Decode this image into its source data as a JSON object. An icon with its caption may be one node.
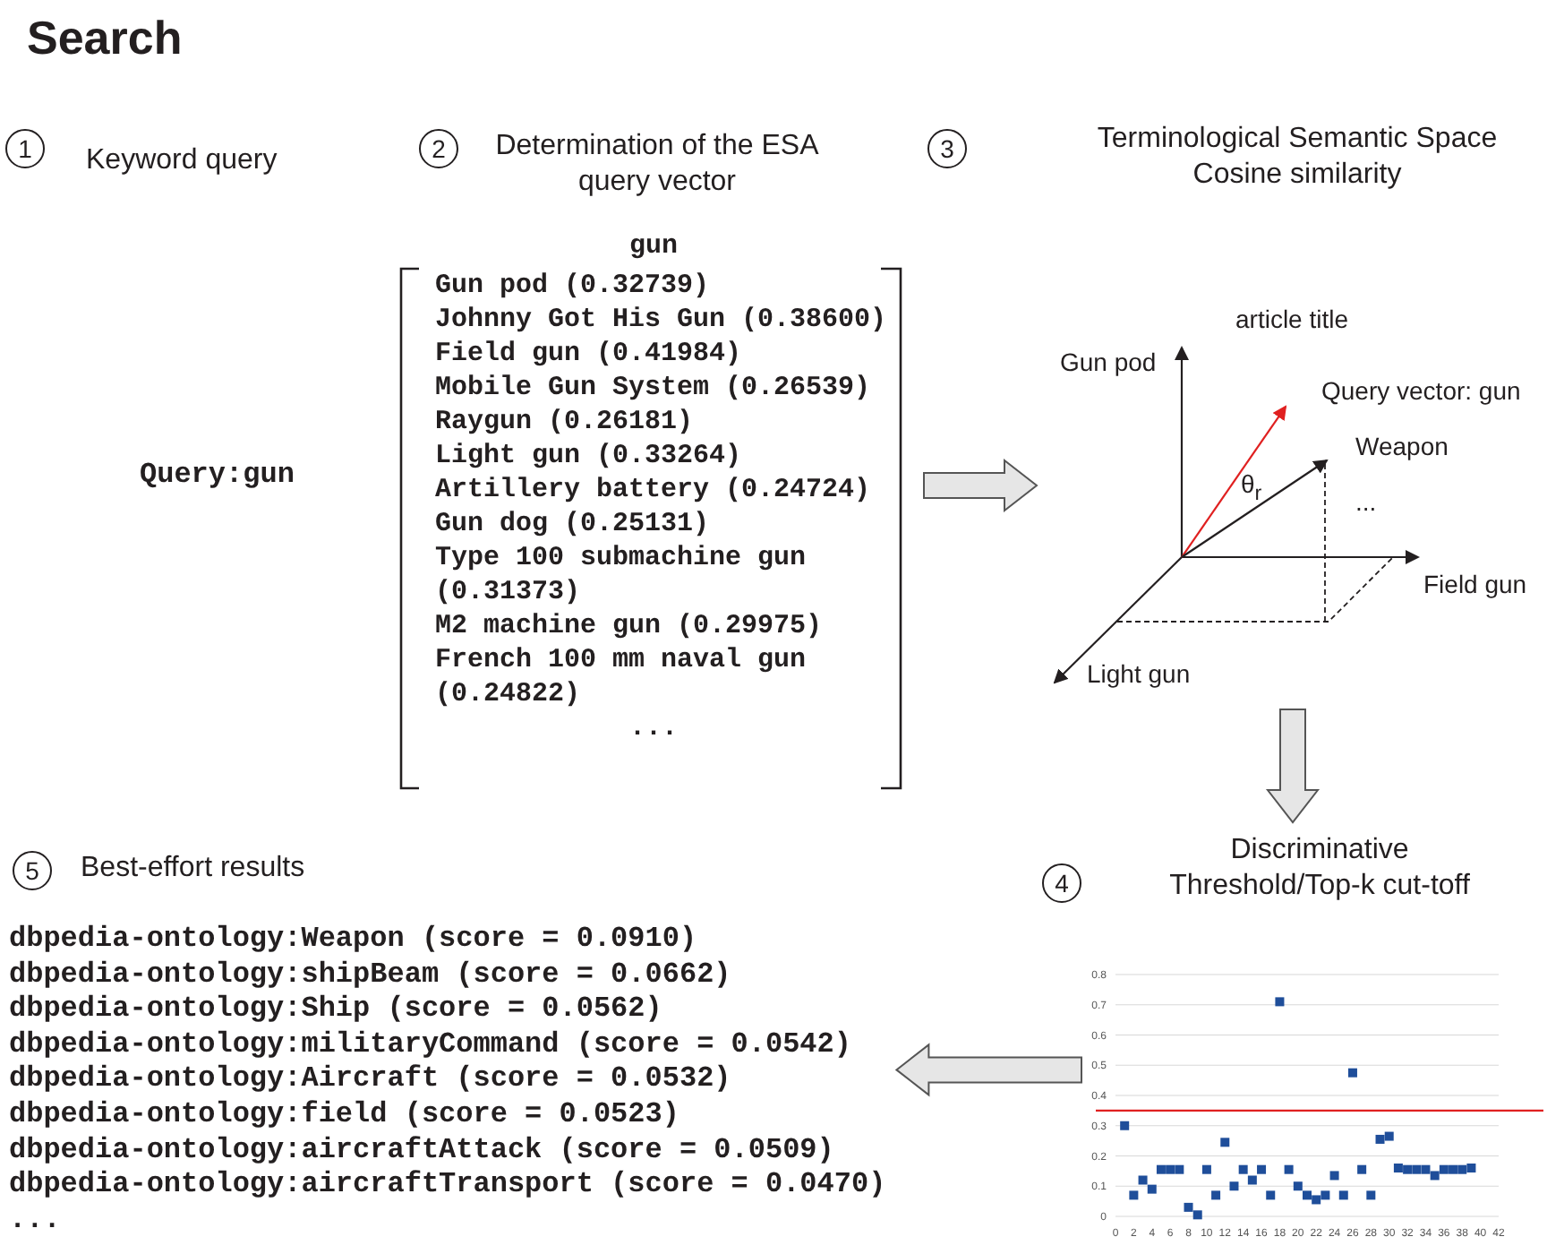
{
  "diagram": {
    "title": "Search",
    "nodes": [
      {
        "text": [
          "1"
        ],
        "beside": [
          "Keyword query"
        ]
      },
      {
        "text": [
          "2"
        ],
        "beside": [
          "Determination of the ESA query vector"
        ]
      },
      {
        "text": [
          "3"
        ]
      },
      {
        "text": [
          "4"
        ]
      },
      {
        "text": [
          "5"
        ],
        "beside": [
          "Best-effort results"
        ]
      },
      {
        "text": [
          "gun",
          "Gun pod (0.32739)",
          "Johnny Got His Gun (0.38600)",
          "Field gun (0.41984)",
          "Mobile Gun System (0.26539)",
          "Raygun (0.26181)",
          "Light gun (0.33264)",
          "Artillery battery (0.24724)",
          "Gun dog (0.25131)",
          "Type 100 submachine gun (0.31373)",
          "M2 machine gun (0.29975)",
          "French 100 mm naval gun (0.24822)",
          "..."
        ]
      },
      {
        "text": [
          "Terminological Semantic Space Cosine similarity"
        ]
      },
      {
        "text": [
          "Discriminative Threshold/Top-k cut-toff"
        ]
      },
      {
        "text": [
          "dbpedia-ontology:Weapon (score = 0.0910)",
          "dbpedia-ontology:shipBeam (score = 0.0662)",
          "dbpedia-ontology:Ship (score = 0.0562)",
          "dbpedia-ontology:militaryCommand (score = 0.0542)",
          "dbpedia-ontology:Aircraft (score = 0.0532)",
          "dbpedia-ontology:field (score = 0.0523)",
          "dbpedia-ontology:aircraftAttack (score = 0.0509)",
          "dbpedia-ontology:aircraftTransport (score = 0.0470)",
          "..."
        ]
      }
    ],
    "edges": [
      {
        "from": 5,
        "to": 6,
        "arrow": "to"
      },
      {
        "from": 6,
        "to": 7,
        "arrow": "to"
      },
      {
        "from": 7,
        "to": 8,
        "arrow": "to"
      }
    ],
    "labels": [
      "Query:gun",
      "article title",
      "Gun pod",
      "Query vector: gun",
      "Weapon",
      "θ$_{r}$",
      "...",
      "Field gun",
      "Light gun"
    ],
    "chart_data": {
      "type": "scatter",
      "x": [
        1,
        2,
        3,
        4,
        5,
        6,
        7,
        8,
        9,
        10,
        11,
        12,
        13,
        14,
        15,
        16,
        17,
        18,
        19,
        20,
        21,
        22,
        23,
        24,
        25,
        26,
        27,
        28,
        29,
        30,
        31,
        32,
        33,
        34,
        35,
        36,
        37,
        38,
        39
      ],
      "series": [
        {
          "color": "#1f4e9a",
          "values": [
            0.3,
            0.07,
            0.12,
            0.09,
            0.155,
            0.155,
            0.155,
            0.03,
            0.005,
            0.155,
            0.07,
            0.245,
            0.1,
            0.155,
            0.12,
            0.155,
            0.07,
            0.71,
            0.155,
            0.1,
            0.07,
            0.055,
            0.07,
            0.135,
            0.07,
            0.475,
            0.155,
            0.07,
            0.255,
            0.265,
            0.16,
            0.155,
            0.155,
            0.155,
            0.135,
            0.155,
            0.155,
            0.155,
            0.16
          ]
        }
      ],
      "xlim": [
        0,
        42
      ],
      "ylim": [
        0,
        0.8
      ],
      "xticks": [
        0,
        2,
        4,
        6,
        8,
        10,
        12,
        14,
        16,
        18,
        20,
        22,
        24,
        26,
        28,
        30,
        32,
        34,
        36,
        38,
        40,
        42
      ],
      "yticks": [
        0,
        0.1,
        0.2,
        0.3,
        0.4,
        0.5,
        0.6,
        0.7,
        0.8
      ],
      "grid": true,
      "ref_lines": [
        {
          "axis": "y",
          "value": 0.35,
          "color": "#e02020"
        }
      ]
    }
  }
}
